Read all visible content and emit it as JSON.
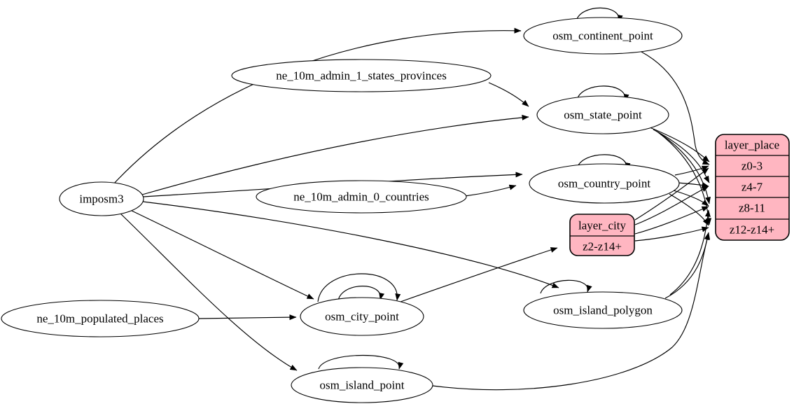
{
  "diagram": {
    "type": "etl-dependency-graph",
    "background_color": "#ffffff",
    "record_fill_color": "#ffb6c1",
    "ellipse_fill_color": "#ffffff",
    "stroke_color": "#000000",
    "nodes": {
      "imposm3": {
        "label": "imposm3",
        "shape": "ellipse"
      },
      "ne_10m_admin_1_states_provinces": {
        "label": "ne_10m_admin_1_states_provinces",
        "shape": "ellipse"
      },
      "ne_10m_admin_0_countries": {
        "label": "ne_10m_admin_0_countries",
        "shape": "ellipse"
      },
      "ne_10m_populated_places": {
        "label": "ne_10m_populated_places",
        "shape": "ellipse"
      },
      "osm_continent_point": {
        "label": "osm_continent_point",
        "shape": "ellipse",
        "self_loops": 1
      },
      "osm_state_point": {
        "label": "osm_state_point",
        "shape": "ellipse",
        "self_loops": 1
      },
      "osm_country_point": {
        "label": "osm_country_point",
        "shape": "ellipse",
        "self_loops": 1
      },
      "osm_city_point": {
        "label": "osm_city_point",
        "shape": "ellipse",
        "self_loops": 2
      },
      "osm_island_polygon": {
        "label": "osm_island_polygon",
        "shape": "ellipse",
        "self_loops": 1
      },
      "osm_island_point": {
        "label": "osm_island_point",
        "shape": "ellipse",
        "self_loops": 1
      },
      "layer_city": {
        "title": "layer_city",
        "rows": [
          "z2-z14+"
        ],
        "shape": "record"
      },
      "layer_place": {
        "title": "layer_place",
        "rows": [
          "z0-3",
          "z4-7",
          "z8-11",
          "z12-z14+"
        ],
        "shape": "record"
      }
    },
    "edges": [
      {
        "from": "imposm3",
        "to": "osm_continent_point"
      },
      {
        "from": "imposm3",
        "to": "osm_state_point"
      },
      {
        "from": "imposm3",
        "to": "osm_country_point"
      },
      {
        "from": "imposm3",
        "to": "osm_city_point"
      },
      {
        "from": "imposm3",
        "to": "osm_island_point"
      },
      {
        "from": "imposm3",
        "to": "osm_island_polygon"
      },
      {
        "from": "ne_10m_admin_1_states_provinces",
        "to": "osm_state_point"
      },
      {
        "from": "ne_10m_admin_0_countries",
        "to": "osm_country_point"
      },
      {
        "from": "ne_10m_populated_places",
        "to": "osm_city_point"
      },
      {
        "from": "osm_continent_point",
        "to": "osm_continent_point"
      },
      {
        "from": "osm_state_point",
        "to": "osm_state_point"
      },
      {
        "from": "osm_country_point",
        "to": "osm_country_point"
      },
      {
        "from": "osm_city_point",
        "to": "osm_city_point"
      },
      {
        "from": "osm_city_point",
        "to": "osm_city_point"
      },
      {
        "from": "osm_island_point",
        "to": "osm_island_point"
      },
      {
        "from": "osm_island_polygon",
        "to": "osm_island_polygon"
      },
      {
        "from": "osm_city_point",
        "to": "layer_city:z2-z14+"
      },
      {
        "from": "osm_continent_point",
        "to": "layer_place:z0-3"
      },
      {
        "from": "osm_state_point",
        "to": "layer_place:z0-3"
      },
      {
        "from": "osm_state_point",
        "to": "layer_place:z4-7"
      },
      {
        "from": "osm_state_point",
        "to": "layer_place:z8-11"
      },
      {
        "from": "osm_state_point",
        "to": "layer_place:z12-z14+"
      },
      {
        "from": "osm_country_point",
        "to": "layer_place:z0-3"
      },
      {
        "from": "osm_country_point",
        "to": "layer_place:z4-7"
      },
      {
        "from": "osm_country_point",
        "to": "layer_place:z8-11"
      },
      {
        "from": "osm_country_point",
        "to": "layer_place:z12-z14+"
      },
      {
        "from": "layer_city",
        "to": "layer_place:z0-3"
      },
      {
        "from": "layer_city",
        "to": "layer_place:z4-7"
      },
      {
        "from": "layer_city",
        "to": "layer_place:z8-11"
      },
      {
        "from": "layer_city",
        "to": "layer_place:z12-z14+"
      },
      {
        "from": "osm_island_polygon",
        "to": "layer_place:z8-11"
      },
      {
        "from": "osm_island_polygon",
        "to": "layer_place:z12-z14+"
      },
      {
        "from": "osm_island_point",
        "to": "layer_place:z12-z14+"
      }
    ]
  }
}
